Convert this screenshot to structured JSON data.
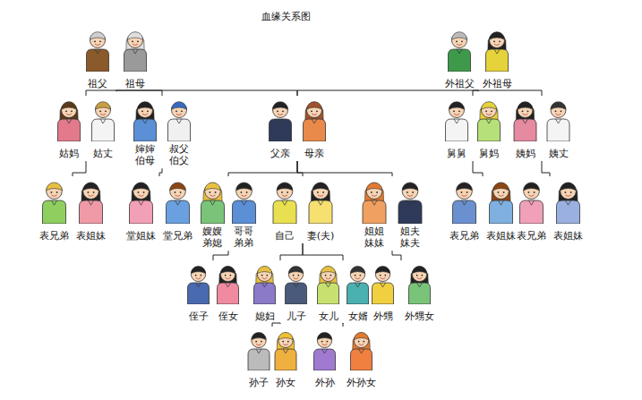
{
  "diagram": {
    "title": "血缘关系图",
    "nodes": [
      {
        "text": [
          "祖父",
          "祖母"
        ]
      },
      {
        "text": [
          "外祖父",
          "外祖母"
        ]
      },
      {
        "text": [
          "姑妈",
          "姑丈"
        ]
      },
      {
        "text": [
          "婶婶 伯母",
          "叔父 伯父"
        ]
      },
      {
        "text": [
          "父亲",
          "母亲"
        ]
      },
      {
        "text": [
          "舅舅",
          "舅妈"
        ]
      },
      {
        "text": [
          "姨妈",
          "姨丈"
        ]
      },
      {
        "text": [
          "表兄弟",
          "表姐妹"
        ]
      },
      {
        "text": [
          "堂姐妹",
          "堂兄弟"
        ]
      },
      {
        "text": [
          "嫂嫂 弟媳",
          "哥哥 弟弟"
        ]
      },
      {
        "text": [
          "自己",
          "妻(夫)"
        ]
      },
      {
        "text": [
          "姐姐 妹妹",
          "姐夫 妹夫"
        ]
      },
      {
        "text": [
          "表兄弟",
          "表姐妹"
        ]
      },
      {
        "text": [
          "表兄弟",
          "表姐妹"
        ]
      },
      {
        "text": [
          "侄子",
          "侄女"
        ]
      },
      {
        "text": [
          "媳妇",
          "儿子"
        ]
      },
      {
        "text": [
          "女儿",
          "女婿"
        ]
      },
      {
        "text": [
          "外甥",
          "外甥女"
        ]
      },
      {
        "text": [
          "孙子",
          "孙女"
        ]
      },
      {
        "text": [
          "外孙",
          "外孙女"
        ]
      }
    ],
    "edges": [
      {
        "from": 0,
        "to": 2,
        "arrow": "none"
      },
      {
        "from": 0,
        "to": 3,
        "arrow": "none"
      },
      {
        "from": 0,
        "to": 4,
        "arrow": "none"
      },
      {
        "from": 1,
        "to": 4,
        "arrow": "none"
      },
      {
        "from": 1,
        "to": 5,
        "arrow": "none"
      },
      {
        "from": 1,
        "to": 6,
        "arrow": "none"
      },
      {
        "from": 2,
        "to": 7,
        "arrow": "none"
      },
      {
        "from": 3,
        "to": 8,
        "arrow": "none"
      },
      {
        "from": 4,
        "to": 9,
        "arrow": "none"
      },
      {
        "from": 4,
        "to": 10,
        "arrow": "none"
      },
      {
        "from": 4,
        "to": 11,
        "arrow": "none"
      },
      {
        "from": 5,
        "to": 12,
        "arrow": "none"
      },
      {
        "from": 6,
        "to": 13,
        "arrow": "none"
      },
      {
        "from": 9,
        "to": 14,
        "arrow": "none"
      },
      {
        "from": 10,
        "to": 15,
        "arrow": "none"
      },
      {
        "from": 10,
        "to": 16,
        "arrow": "none"
      },
      {
        "from": 11,
        "to": 17,
        "arrow": "none"
      },
      {
        "from": 15,
        "to": 18,
        "arrow": "none"
      },
      {
        "from": 16,
        "to": 19,
        "arrow": "none"
      }
    ]
  }
}
